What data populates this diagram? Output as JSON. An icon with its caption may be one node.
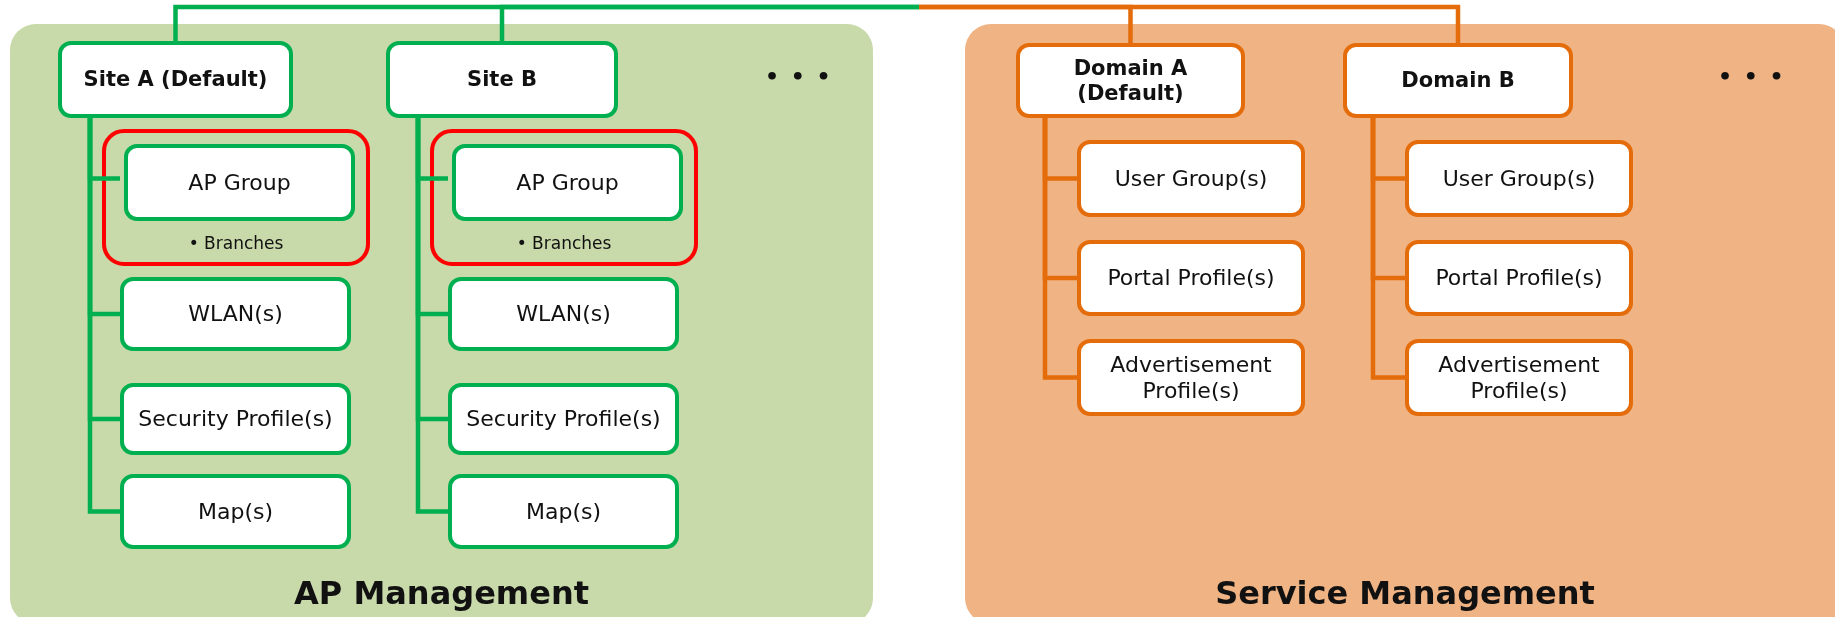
{
  "diagram": {
    "nodes": [
      {
        "text": [
          "AP Management"
        ]
      },
      {
        "text": [
          "Site A (Default)"
        ],
        "in": 0
      },
      {
        "text": [
          "• Branches"
        ],
        "in": 0
      },
      {
        "text": [
          "AP Group"
        ],
        "in": 2
      },
      {
        "text": [
          "WLAN(s)"
        ],
        "in": 0
      },
      {
        "text": [
          "Security Profile(s)"
        ],
        "in": 0
      },
      {
        "text": [
          "Map(s)"
        ],
        "in": 0
      },
      {
        "text": [
          "Site B"
        ],
        "in": 0
      },
      {
        "text": [
          "• Branches"
        ],
        "in": 0
      },
      {
        "text": [
          "AP Group"
        ],
        "in": 8
      },
      {
        "text": [
          "WLAN(s)"
        ],
        "in": 0
      },
      {
        "text": [
          "Security Profile(s)"
        ],
        "in": 0
      },
      {
        "text": [
          "Map(s)"
        ],
        "in": 0
      },
      {
        "text": [
          "Service Management"
        ]
      },
      {
        "text": [
          "Domain A (Default)"
        ],
        "in": 13
      },
      {
        "text": [
          "User Group(s)"
        ],
        "in": 13
      },
      {
        "text": [
          "Portal Profile(s)"
        ],
        "in": 13
      },
      {
        "text": [
          "Advertisement Profile(s)"
        ],
        "in": 13
      },
      {
        "text": [
          "Domain B"
        ],
        "in": 13
      },
      {
        "text": [
          "User Group(s)"
        ],
        "in": 13
      },
      {
        "text": [
          "Portal Profile(s)"
        ],
        "in": 13
      },
      {
        "text": [
          "Advertisement Profile(s)"
        ],
        "in": 13
      }
    ],
    "edges": [
      {
        "from": null,
        "to": 1,
        "arrow": "none"
      },
      {
        "from": null,
        "to": 7,
        "arrow": "none"
      },
      {
        "from": null,
        "to": 14,
        "arrow": "none",
        "color": "#e46c0a"
      },
      {
        "from": null,
        "to": 18,
        "arrow": "none",
        "color": "#e46c0a"
      },
      {
        "from": 1,
        "to": 3,
        "arrow": "none"
      },
      {
        "from": 1,
        "to": 4,
        "arrow": "none"
      },
      {
        "from": 1,
        "to": 5,
        "arrow": "none"
      },
      {
        "from": 1,
        "to": 6,
        "arrow": "none"
      },
      {
        "from": 7,
        "to": 9,
        "arrow": "none"
      },
      {
        "from": 7,
        "to": 10,
        "arrow": "none"
      },
      {
        "from": 7,
        "to": 11,
        "arrow": "none"
      },
      {
        "from": 7,
        "to": 12,
        "arrow": "none"
      },
      {
        "from": 14,
        "to": 15,
        "arrow": "none",
        "color": "#e46c0a"
      },
      {
        "from": 14,
        "to": 16,
        "arrow": "none",
        "color": "#e46c0a"
      },
      {
        "from": 14,
        "to": 17,
        "arrow": "none",
        "color": "#e46c0a"
      },
      {
        "from": 18,
        "to": 19,
        "arrow": "none",
        "color": "#e46c0a"
      },
      {
        "from": 18,
        "to": 20,
        "arrow": "none",
        "color": "#e46c0a"
      },
      {
        "from": 18,
        "to": 21,
        "arrow": "none",
        "color": "#e46c0a"
      }
    ],
    "labels": [
      "• • •",
      "• • •"
    ]
  }
}
